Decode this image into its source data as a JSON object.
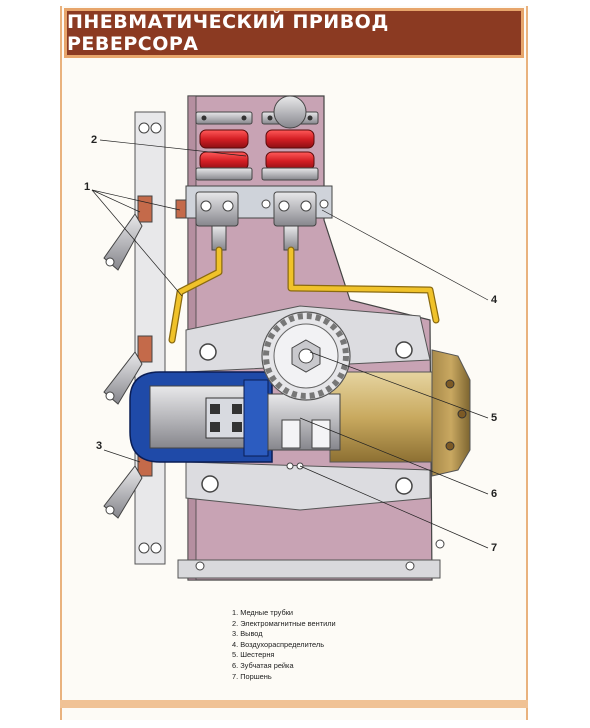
{
  "title": "ПНЕВМАТИЧЕСКИЙ ПРИВОД РЕВЕРСОРА",
  "callouts": [
    "1",
    "2",
    "3",
    "4",
    "5",
    "6",
    "7"
  ],
  "legend": [
    "1. Медные трубки",
    "2. Электромагнитные вентили",
    "3. Вывод",
    "4. Воздухораспределитель",
    "5. Шестерня",
    "6. Зубчатая рейка",
    "7. Поршень"
  ],
  "colors": {
    "title_bg": "#8b3a22",
    "title_border": "#e7a56b",
    "frame_pink": "#c9a6b4",
    "solenoid_red": "#d8202a",
    "pipe_yellow": "#e8b820",
    "cylinder_blue": "#1f4aa8",
    "cylinder_gold": "#c7a860"
  }
}
